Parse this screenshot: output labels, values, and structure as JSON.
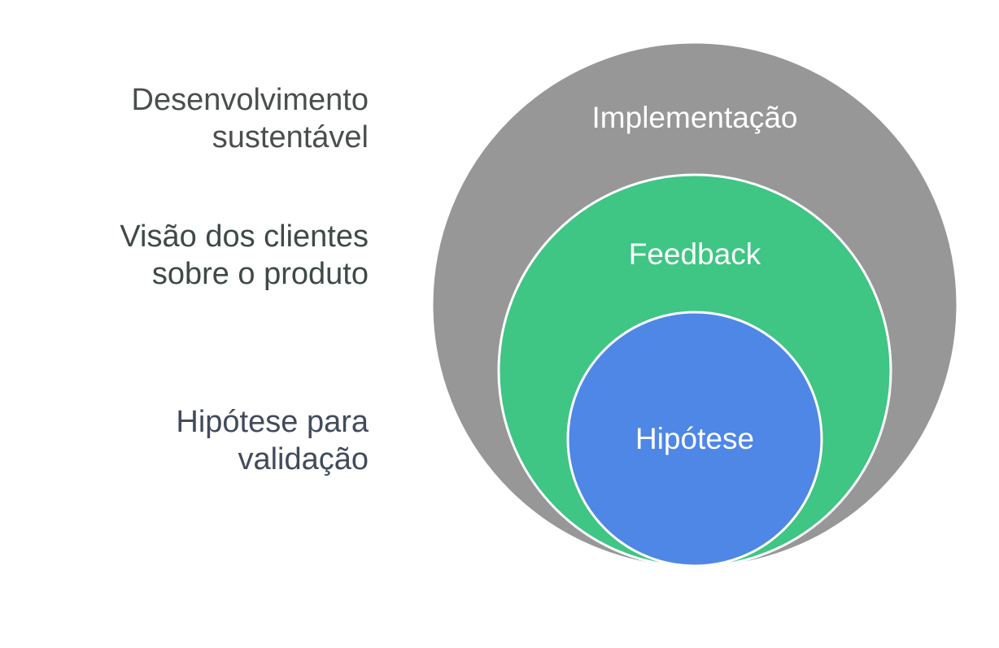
{
  "diagram": {
    "layers": [
      {
        "id": "outer",
        "circle_label": "Implementação",
        "side_label": "Desenvolvimento\nsustentável",
        "fill_color": "#979797",
        "side_text_color": "#4a4e4d"
      },
      {
        "id": "middle",
        "circle_label": "Feedback",
        "side_label": "Visão dos clientes\nsobre o produto",
        "fill_color": "#3fc584",
        "side_text_color": "#3f4a45"
      },
      {
        "id": "inner",
        "circle_label": "Hipótese",
        "side_label": "Hipótese para\nvalidação",
        "fill_color": "#4f87e6",
        "side_text_color": "#414b5c"
      }
    ],
    "stroke_color": "#ffffff"
  }
}
